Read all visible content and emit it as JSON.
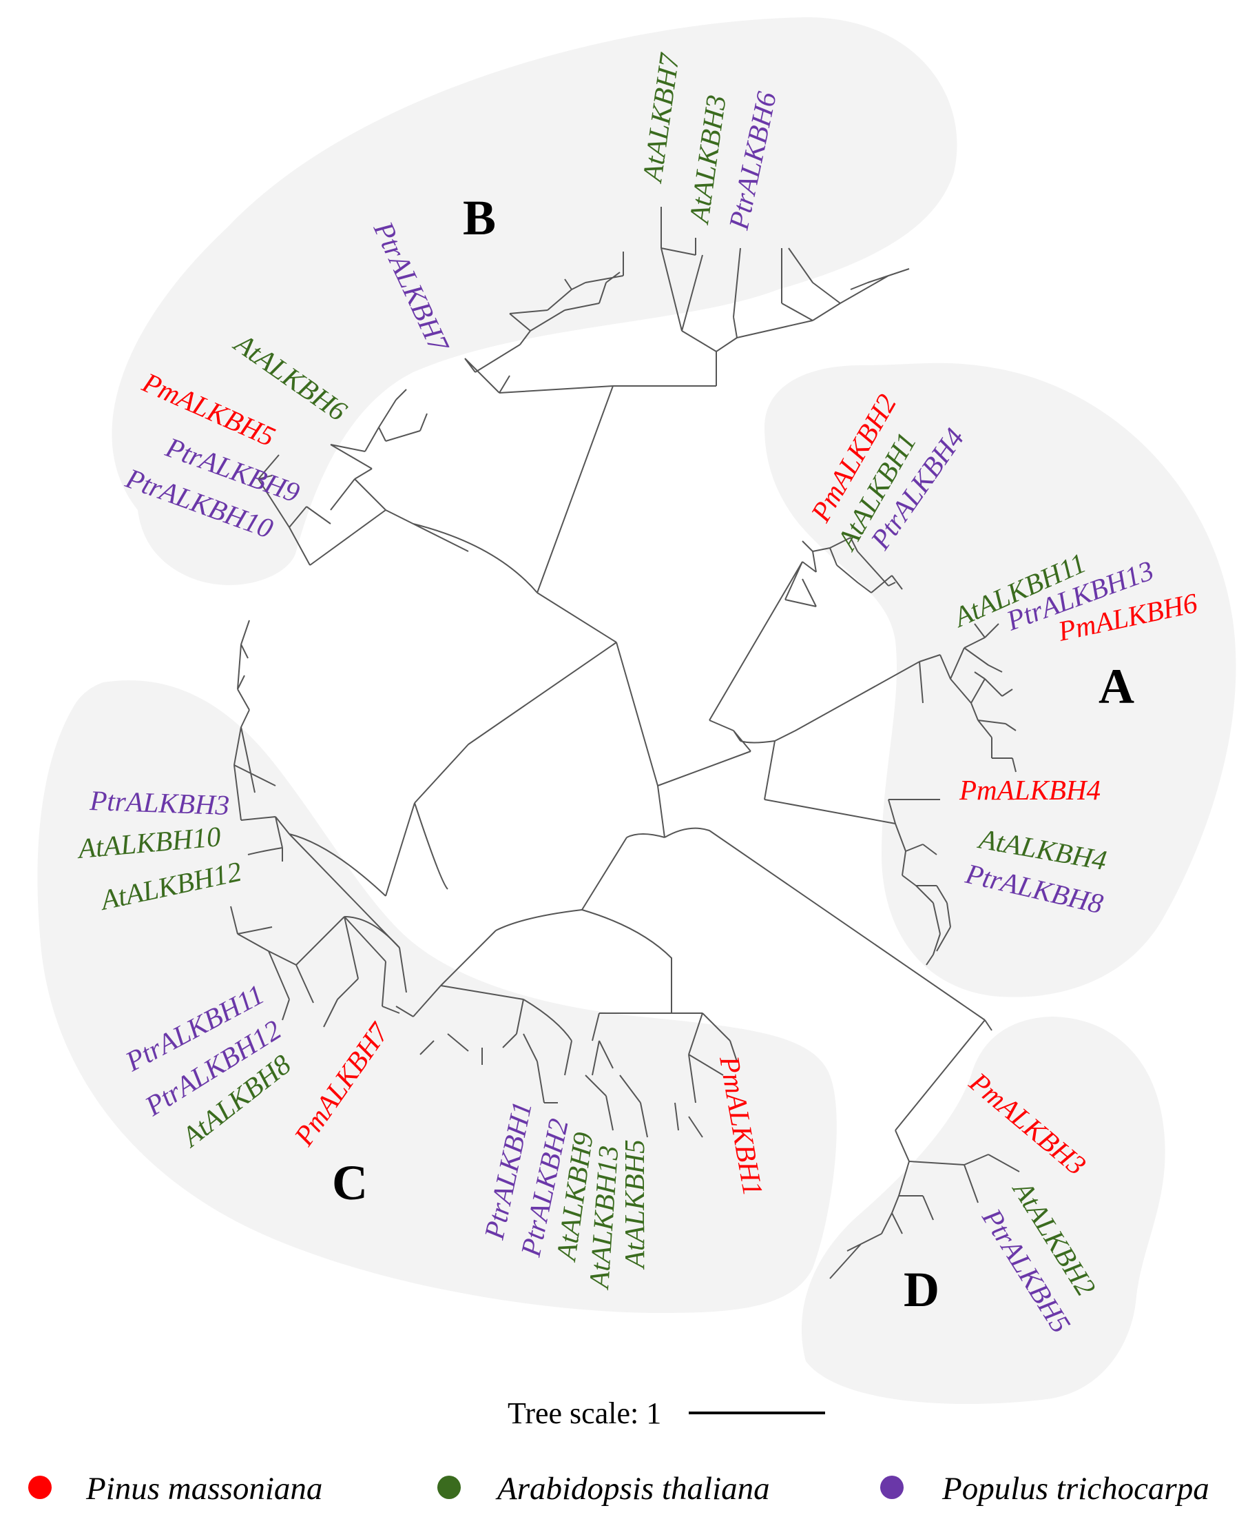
{
  "colors": {
    "pinus": "#ff0000",
    "arabidopsis": "#3a6b1e",
    "populus": "#6a37a8",
    "cladeBackground": "#f3f3f3",
    "branch": "#555555"
  },
  "clades": {
    "A": "A",
    "B": "B",
    "C": "C",
    "D": "D"
  },
  "leaves": {
    "ptr7": "PtrALKBH7",
    "at7": "AtALKBH7",
    "at3": "AtALKBH3",
    "ptr6": "PtrALKBH6",
    "at6": "AtALKBH6",
    "pm5": "PmALKBH5",
    "ptr9": "PtrALKBH9",
    "ptr10": "PtrALKBH10",
    "pm2": "PmALKBH2",
    "at1": "AtALKBH1",
    "ptr4": "PtrALKBH4",
    "at11": "AtALKBH11",
    "ptr13": "PtrALKBH13",
    "pm6": "PmALKBH6",
    "pm4": "PmALKBH4",
    "at4": "AtALKBH4",
    "ptr8": "PtrALKBH8",
    "ptr3": "PtrALKBH3",
    "at10": "AtALKBH10",
    "at12": "AtALKBH12",
    "ptr11": "PtrALKBH11",
    "ptr12": "PtrALKBH12",
    "at8": "AtALKBH8",
    "pm7": "PmALKBH7",
    "ptr1": "PtrALKBH1",
    "ptr2": "PtrALKBH2",
    "at9": "AtALKBH9",
    "at13": "AtALKBH13",
    "at5": "AtALKBH5",
    "pm1": "PmALKBH1",
    "pm3": "PmALKBH3",
    "at2": "AtALKBH2",
    "ptr5": "PtrALKBH5"
  },
  "scale": {
    "label": "Tree scale: 1"
  },
  "legend": {
    "pinus": "Pinus massoniana",
    "arabidopsis": "Arabidopsis thaliana",
    "populus": "Populus trichocarpa"
  }
}
